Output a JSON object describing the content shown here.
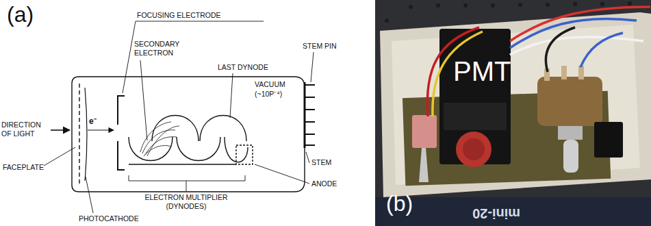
{
  "diagram": {
    "labels": [
      "(a)",
      "FOCUSING ELECTRODE",
      "SECONDARY ELECTRON",
      "LAST DYNODE",
      "STEM PIN",
      "VACUUM",
      "(~10P⁻⁴)",
      "DIRECTION OF LIGHT",
      "e⁻",
      "FACEPLATE",
      "ELECTRON MULTIPLIER (DYNODES)",
      "ANODE",
      "STEM",
      "PHOTOCATHODE",
      "PMT",
      "(b)",
      "mini-20"
    ]
  }
}
